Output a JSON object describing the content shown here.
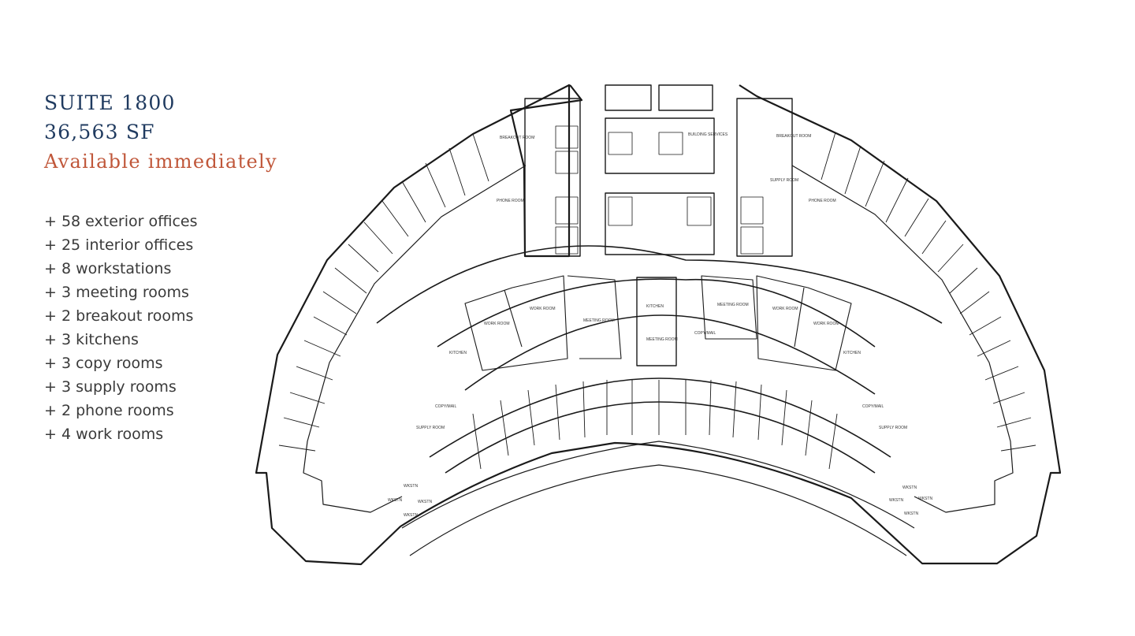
{
  "suite": {
    "name": "SUITE 1800",
    "area": "36,563 SF",
    "availability": "Available immediately"
  },
  "features": [
    "+ 58 exterior offices",
    "+ 25 interior offices",
    "+ 8 workstations",
    "+ 3 meeting rooms",
    "+ 2 breakout rooms",
    "+ 3 kitchens",
    "+ 3 copy rooms",
    "+ 3 supply rooms",
    "+ 2 phone rooms",
    "+ 4 work rooms"
  ],
  "plan_labels": {
    "breakout_left": "BREAKOUT ROOM",
    "breakout_right": "BREAKOUT ROOM",
    "phone_left": "PHONE ROOM",
    "phone_right": "PHONE ROOM",
    "supply_top_right": "SUPPLY ROOM",
    "building_services": "BUILDING SERVICES",
    "work_room_1": "WORK ROOM",
    "work_room_2": "WORK ROOM",
    "work_room_3": "WORK ROOM",
    "work_room_4": "WORK ROOM",
    "meeting_room_1": "MEETING ROOM",
    "meeting_room_2": "MEETING ROOM",
    "meeting_room_3": "MEETING ROOM",
    "kitchen_left": "KITCHEN",
    "kitchen_center": "KITCHEN",
    "kitchen_right": "KITCHEN",
    "copy_left": "COPY/MAIL",
    "copy_right": "COPY/MAIL",
    "supply_left": "SUPPLY ROOM",
    "supply_right": "SUPPLY ROOM",
    "copy_center": "COPY/MAIL",
    "ws_1": "WKSTN",
    "ws_2": "WKSTN",
    "ws_3": "WKSTN",
    "ws_4": "WKSTN",
    "ws_5": "WKSTN",
    "ws_6": "WKSTN",
    "ws_7": "WKSTN",
    "ws_8": "WKSTN"
  },
  "colors": {
    "navy": "#1f3a5f",
    "rust": "#c0573a",
    "line": "#1a1a1a"
  }
}
